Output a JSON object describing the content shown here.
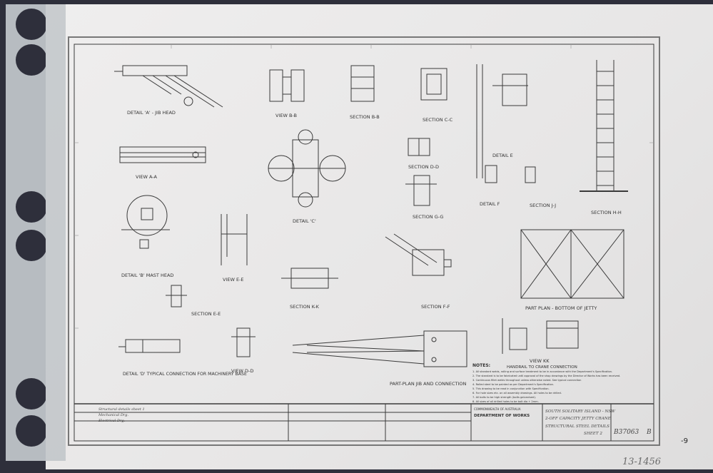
{
  "details": {
    "detail_a": "DETAIL 'A' - JIB HEAD",
    "view_bb": "VIEW B-B",
    "section_bb": "SECTION B-B",
    "section_cc": "SECTION C-C",
    "view_aa": "VIEW A-A",
    "detail_c": "DETAIL 'C'",
    "section_dd": "SECTION D-D",
    "section_gg": "SECTION G-G",
    "detail_e": "DETAIL E",
    "detail_f": "DETAIL F",
    "section_jj": "SECTION J-J",
    "section_hh": "SECTION H-H",
    "detail_b": "DETAIL 'B' MAST HEAD",
    "view_ee": "VIEW E-E",
    "section_ee": "SECTION E-E",
    "section_kk": "SECTION K-K",
    "section_ff": "SECTION F-F",
    "part_plan_bottom": "PART PLAN - BOTTOM OF JETTY",
    "detail_d": "DETAIL 'D' TYPICAL CONNECTION FOR MACHINERY BASE",
    "view_dd": "VIEW D-D",
    "part_plan_jib": "PART-PLAN JIB AND CONNECTION",
    "view_kk": "VIEW KK",
    "view_kk_sub": "HANDRAIL TO CRANE CONNECTION"
  },
  "notes": {
    "heading": "NOTES:",
    "lines": [
      "1. All standard welds, rolling and surface treatment to be in accordance with the Department's Specification.",
      "2. The standard is to be fabricated until approval of the shop drawings by the Director of Works has been received.",
      "3. Continuous fillet welds throughout unless otherwise noted. See typical connection",
      "4. Rolled steel to be painted as per Department's Specification.",
      "5. This drawing to be read in conjunction with Specification.",
      "6. For hole sizes etc. on all assembly drawings. All holes to be drilled.",
      "7. All bolts to be high strength (bolts galvanised).",
      "8. All sizes of all drilled holes to be bolt dia + 2mm."
    ]
  },
  "title_block": {
    "references": [
      "Structural details sheet 1",
      "Mechanical Drg.",
      "Electrical Drg."
    ],
    "department": "DEPARTMENT OF WORKS",
    "commonwealth": "COMMONWEALTH OF AUSTRALIA",
    "project": "SOUTH SOLITARY ISLAND - NSW",
    "project_line2": "2-OFF CAPACITY JETTY CRANE",
    "drawing_title": "STRUCTURAL STEEL DETAILS",
    "sheet": "SHEET 2",
    "drawing_number": "B37063",
    "revision": "B"
  },
  "archive_note": "13-1456",
  "sheet_mark": "-9",
  "colors": {
    "scan_background": "#2e2f3b",
    "sleeve": "#b7bcc1",
    "paper": "#ecebeb",
    "ink": "#3a3a3a"
  }
}
